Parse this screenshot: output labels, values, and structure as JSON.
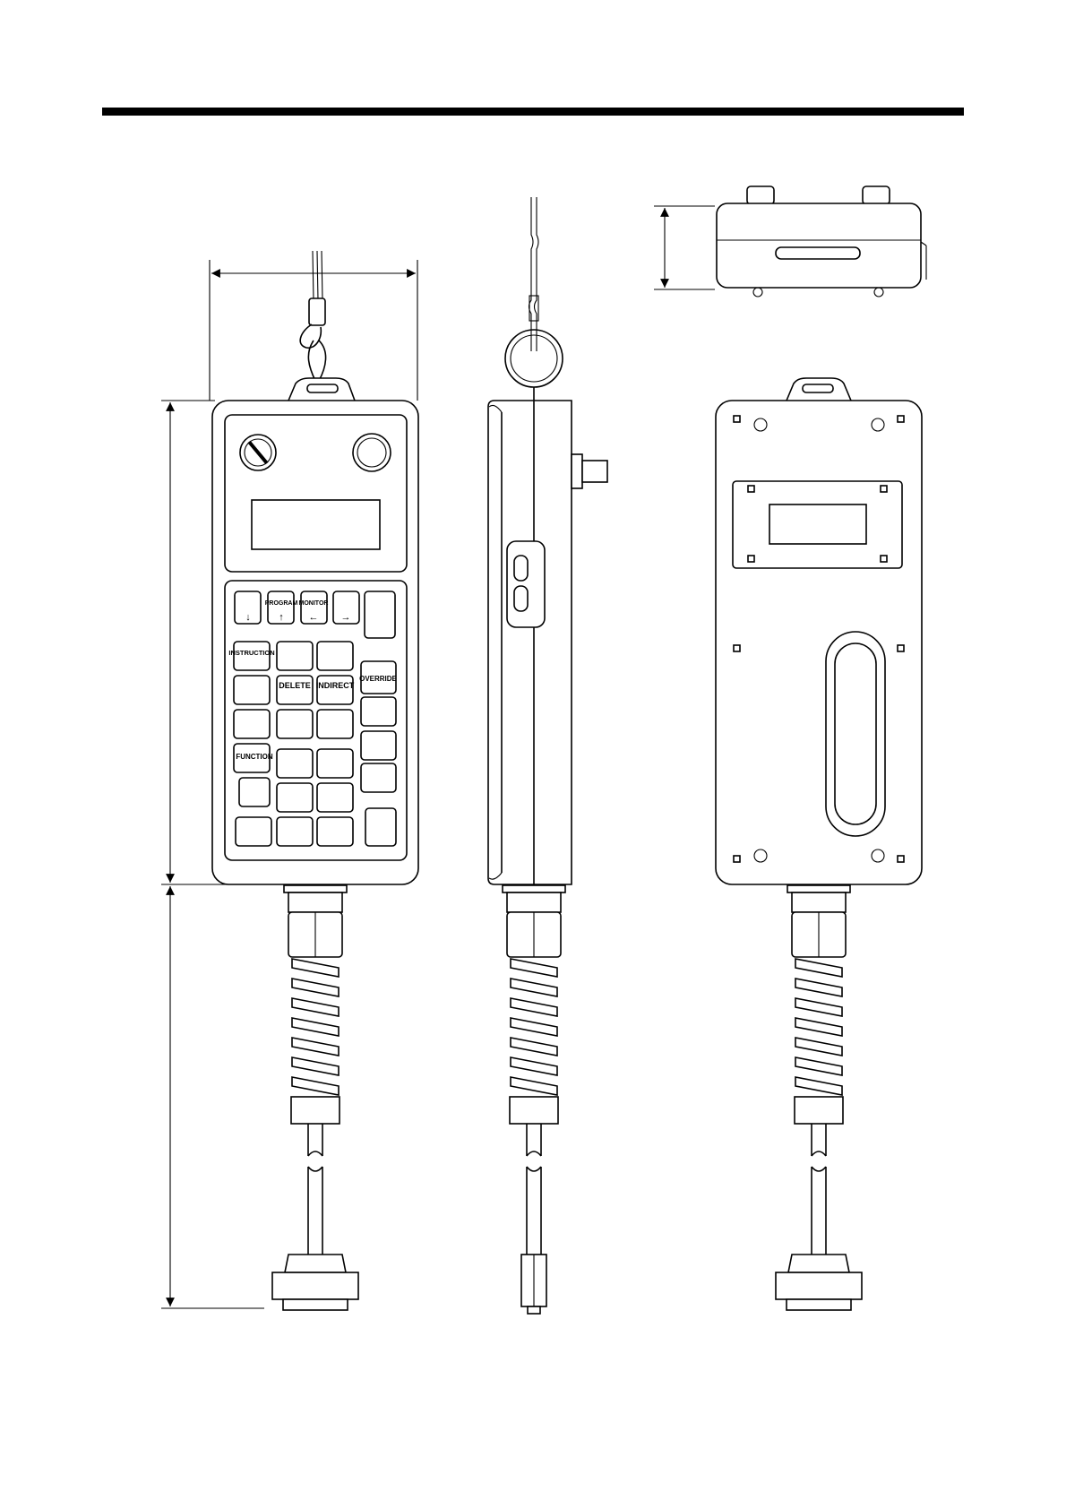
{
  "keypad": {
    "nav_keys": [
      {
        "label": "",
        "arrow": "↓"
      },
      {
        "label": "PROGRAM",
        "arrow": "↑"
      },
      {
        "label": "MONITOR",
        "arrow": "←"
      },
      {
        "label": "",
        "arrow": "→"
      }
    ],
    "instruction": "INSTRUCTION",
    "delete": "DELETE",
    "indirect": "INDIRECT",
    "override": "OVERRIDE",
    "function": "FUNCTION"
  }
}
